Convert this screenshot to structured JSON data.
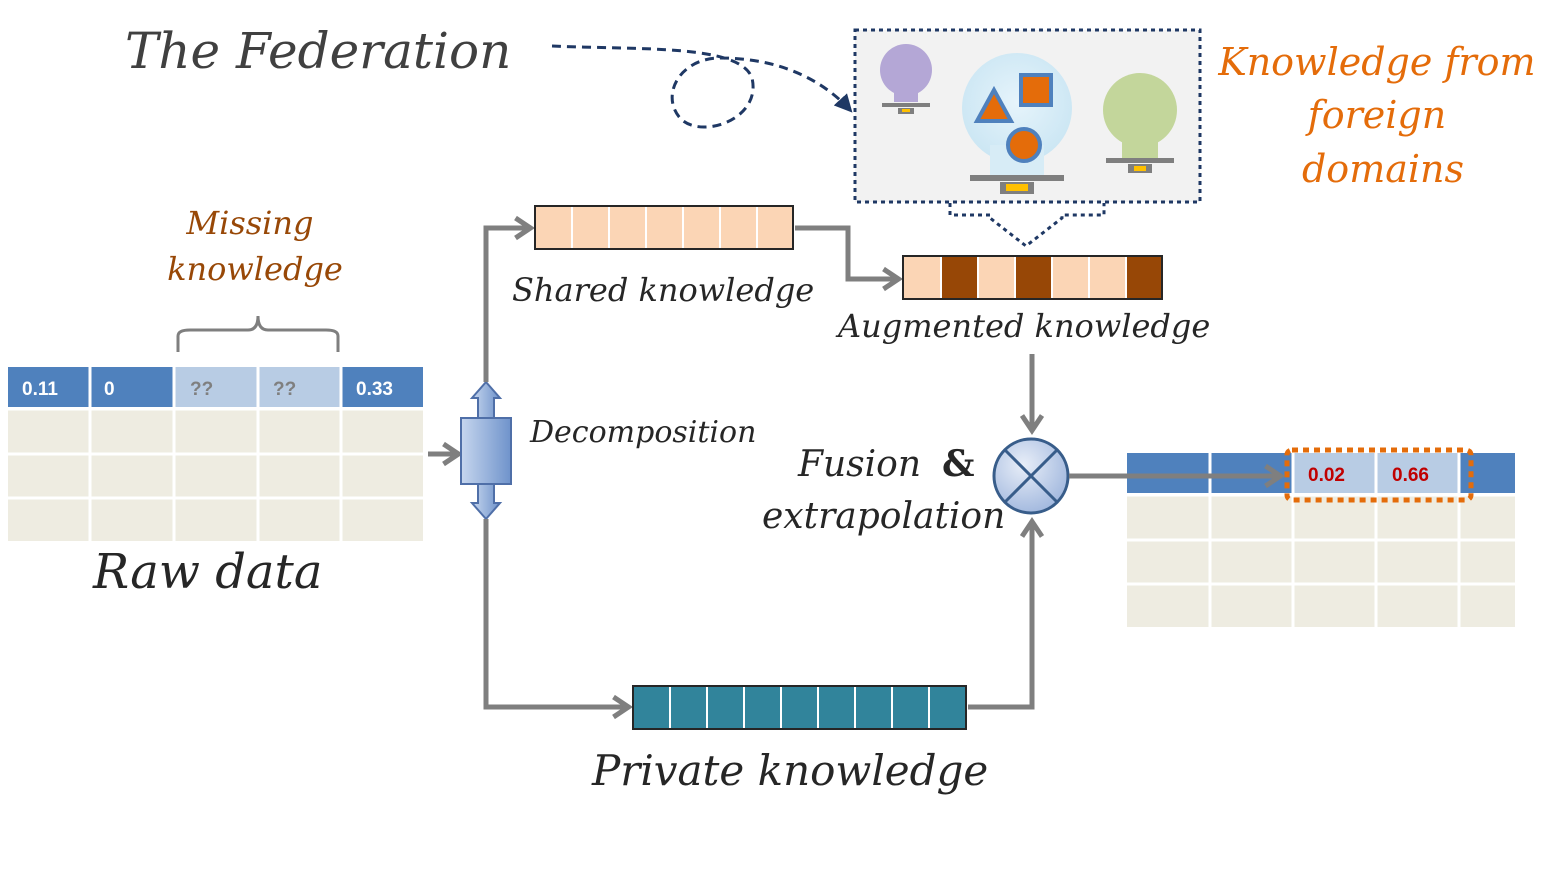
{
  "labels": {
    "federation": "The Federation",
    "foreign": [
      "Knowledge  from",
      "foreign",
      "domains"
    ],
    "missing": [
      "Missing",
      "knowledge"
    ],
    "shared": "Shared  knowledge",
    "augmented": "Augmented  knowledge",
    "decomposition": "Decomposition",
    "fusion_line1": "Fusion",
    "fusion_amp": "&",
    "fusion_line2": "extrapolation",
    "raw_data": "Raw data",
    "private": "Private  knowledge"
  },
  "raw_table": {
    "header": [
      "0.11",
      "0",
      "??",
      "??",
      "0.33"
    ]
  },
  "result_table": {
    "values": [
      "0.02",
      "0.66"
    ]
  },
  "colors": {
    "header_blue": "#4f81bd",
    "missing_blue": "#b8cce4",
    "table_body": "#eeece1",
    "shared_peach": "#fbd5b5",
    "augmented_brown": "#974706",
    "private_teal": "#31849b",
    "orange_text": "#e46c0a",
    "brown_text": "#984807",
    "arrow_gray": "#7f7f7f",
    "dark_navy": "#1f3864",
    "result_red": "#c00000"
  }
}
